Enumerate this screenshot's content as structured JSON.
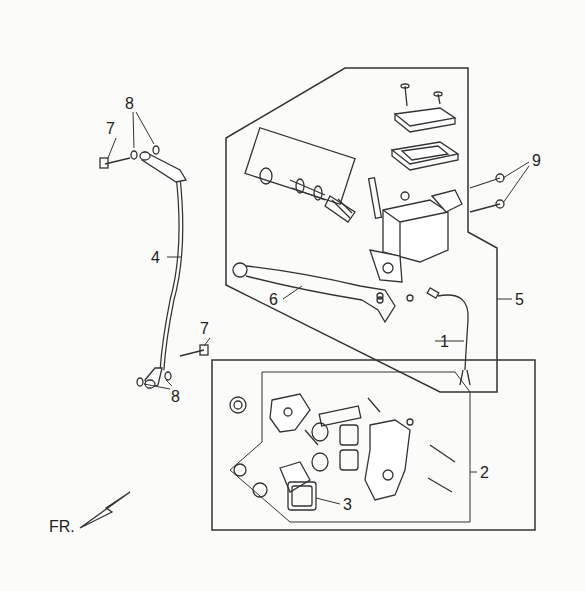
{
  "diagram": {
    "labels": [
      "8",
      "7",
      "4",
      "7",
      "8",
      "9",
      "5",
      "6",
      "1",
      "2",
      "3",
      "FR."
    ]
  }
}
